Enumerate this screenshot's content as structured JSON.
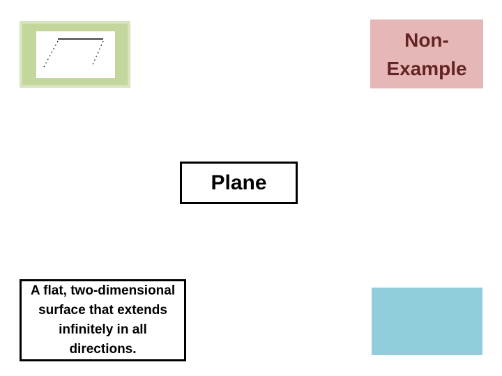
{
  "slide": {
    "background_color": "#ffffff",
    "example_box": {
      "fill_color": "#c3d69b",
      "border_color": "#d7e4bd",
      "inner_fill_color": "#ffffff",
      "drawing": "plane parallelogram with solid top edge and dashed side edges",
      "line_color": "#000000"
    },
    "non_example_box": {
      "label": "Non-Example",
      "lines": [
        "Non-",
        "Example"
      ],
      "fill_color": "#e5b8b7",
      "text_color": "#632423"
    },
    "term_box": {
      "label": "Plane",
      "fill_color": "#ffffff",
      "border_color": "#000000",
      "text_color": "#000000"
    },
    "definition_box": {
      "text": "A flat, two-dimensional surface that extends infinitely in all directions.",
      "lines": [
        "A flat, two-dimensional",
        "surface that extends",
        "infinitely in all",
        "directions."
      ],
      "fill_color": "#ffffff",
      "border_color": "#000000",
      "text_color": "#000000"
    },
    "answer_box": {
      "fill_color": "#92cddc"
    }
  }
}
